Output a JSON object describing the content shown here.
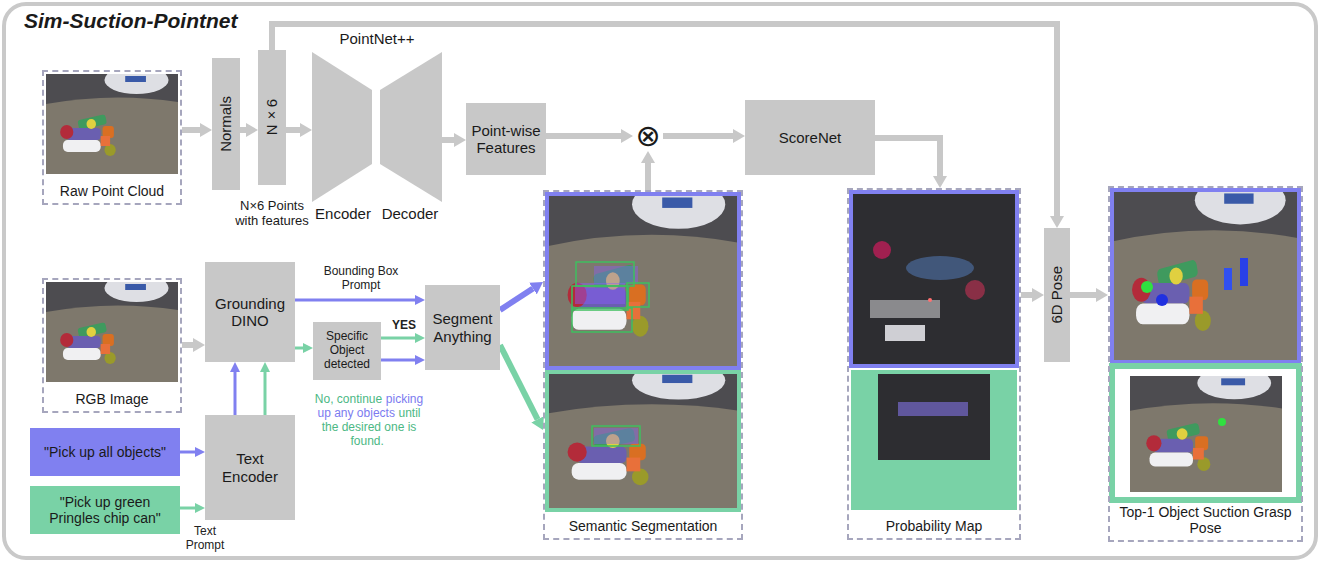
{
  "diagram": {
    "title": "Sim-Suction-Pointnet",
    "nodes": [
      {
        "text": [
          "Raw Point Cloud"
        ]
      },
      {
        "text": [
          "Normals"
        ]
      },
      {
        "text": [
          "N×6",
          "N×6 Points with features"
        ]
      },
      {
        "text": [
          "PointNet++",
          "Encoder",
          "Decoder"
        ]
      },
      {
        "text": [
          "Point-wise Features"
        ]
      },
      {
        "text": [
          "⊗"
        ]
      },
      {
        "text": [
          "ScoreNet"
        ]
      },
      {
        "text": [
          "6D Pose"
        ]
      },
      {
        "text": [
          "RGB Image"
        ]
      },
      {
        "text": [
          "Grounding DINO"
        ]
      },
      {
        "text": [
          "Specific Object detected"
        ]
      },
      {
        "text": [
          "Segment Anything"
        ]
      },
      {
        "text": [
          "Text Encoder"
        ]
      },
      {
        "text": [
          "\"Pick up all objects\""
        ]
      },
      {
        "text": [
          "\"Pick up green Pringles chip can\""
        ]
      },
      {
        "text": [
          "Semantic Segmentation"
        ]
      },
      {
        "text": [
          "Probability Map"
        ]
      },
      {
        "text": [
          "Top-1 Object Suction Grasp Pose"
        ]
      }
    ],
    "edges": [
      {
        "from": 0,
        "to": 1,
        "arrow": "to"
      },
      {
        "from": 1,
        "to": 2,
        "arrow": "to"
      },
      {
        "from": 2,
        "to": 3,
        "arrow": "to"
      },
      {
        "from": 3,
        "to": 4,
        "arrow": "to"
      },
      {
        "from": 4,
        "to": 5,
        "arrow": "to"
      },
      {
        "from": 15,
        "to": 5,
        "arrow": "to"
      },
      {
        "from": 5,
        "to": 6,
        "arrow": "to"
      },
      {
        "from": 6,
        "to": 16,
        "arrow": "to"
      },
      {
        "from": 2,
        "to": 7,
        "arrow": "to"
      },
      {
        "from": 16,
        "to": 7,
        "arrow": "to"
      },
      {
        "from": 7,
        "to": 17,
        "arrow": "to"
      },
      {
        "from": 8,
        "to": 9,
        "arrow": "to"
      },
      {
        "from": 13,
        "to": 12,
        "arrow": "to"
      },
      {
        "from": 14,
        "to": 12,
        "label": "Text Prompt",
        "arrow": "to"
      },
      {
        "from": 12,
        "to": 9,
        "arrow": "to"
      },
      {
        "from": 12,
        "to": 9,
        "arrow": "to"
      },
      {
        "from": 9,
        "to": 11,
        "label": "Bounding Box Prompt",
        "arrow": "to"
      },
      {
        "from": 9,
        "to": 10,
        "arrow": "to"
      },
      {
        "from": 10,
        "to": 11,
        "label": "YES",
        "arrow": "to"
      },
      {
        "from": 10,
        "to": 11,
        "arrow": "to"
      },
      {
        "from": 11,
        "to": 15,
        "arrow": "to"
      },
      {
        "from": 11,
        "to": 15,
        "arrow": "to"
      }
    ],
    "labels": [
      "No, continue",
      "picking up any objects",
      "until the desired one is found."
    ]
  }
}
